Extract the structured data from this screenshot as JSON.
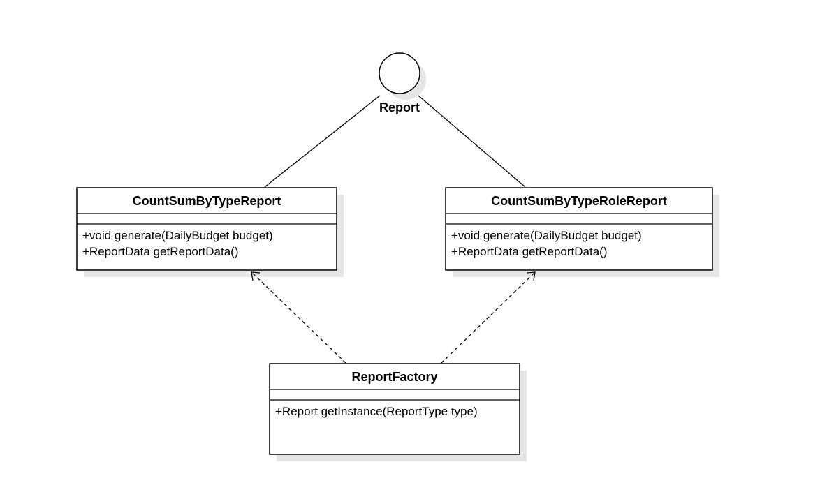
{
  "colors": {
    "stroke": "#000000",
    "fill": "#ffffff",
    "shadow": "#e6e6e6"
  },
  "interface": {
    "name": "Report"
  },
  "classes": {
    "count_sum_by_type_report": {
      "name": "CountSumByTypeReport",
      "operations": [
        "+void generate(DailyBudget budget)",
        "+ReportData getReportData()"
      ]
    },
    "count_sum_by_type_role_report": {
      "name": "CountSumByTypeRoleReport",
      "operations": [
        "+void generate(DailyBudget budget)",
        "+ReportData getReportData()"
      ]
    },
    "report_factory": {
      "name": "ReportFactory",
      "operations": [
        "+Report getInstance(ReportType type)"
      ]
    }
  },
  "relations": [
    {
      "type": "realization",
      "from": "CountSumByTypeReport",
      "to": "Report"
    },
    {
      "type": "realization",
      "from": "CountSumByTypeRoleReport",
      "to": "Report"
    },
    {
      "type": "dependency",
      "from": "ReportFactory",
      "to": "CountSumByTypeReport"
    },
    {
      "type": "dependency",
      "from": "ReportFactory",
      "to": "CountSumByTypeRoleReport"
    }
  ]
}
